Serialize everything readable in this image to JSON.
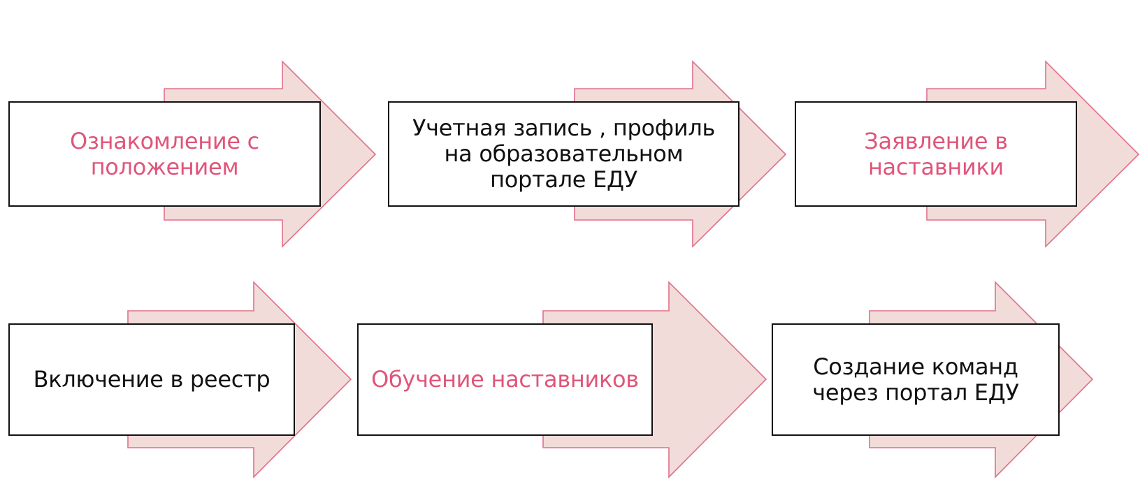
{
  "colors": {
    "arrow_fill": "#f2dcd9",
    "arrow_stroke": "#e0708a",
    "accent_text": "#e0557a",
    "dark_text": "#111111",
    "box_border": "#111111"
  },
  "steps": [
    {
      "lines": [
        "Ознакомление с",
        "положением"
      ],
      "color": "accent"
    },
    {
      "lines": [
        "Учетная запись , профиль",
        "на образовательном",
        "портале ЕДУ"
      ],
      "color": "dark"
    },
    {
      "lines": [
        "Заявление в",
        "наставники"
      ],
      "color": "accent"
    },
    {
      "lines": [
        "Включение в реестр"
      ],
      "color": "dark"
    },
    {
      "lines": [
        "Обучение наставников"
      ],
      "color": "accent"
    },
    {
      "lines": [
        "Создание команд",
        "через портал ЕДУ"
      ],
      "color": "dark"
    }
  ]
}
